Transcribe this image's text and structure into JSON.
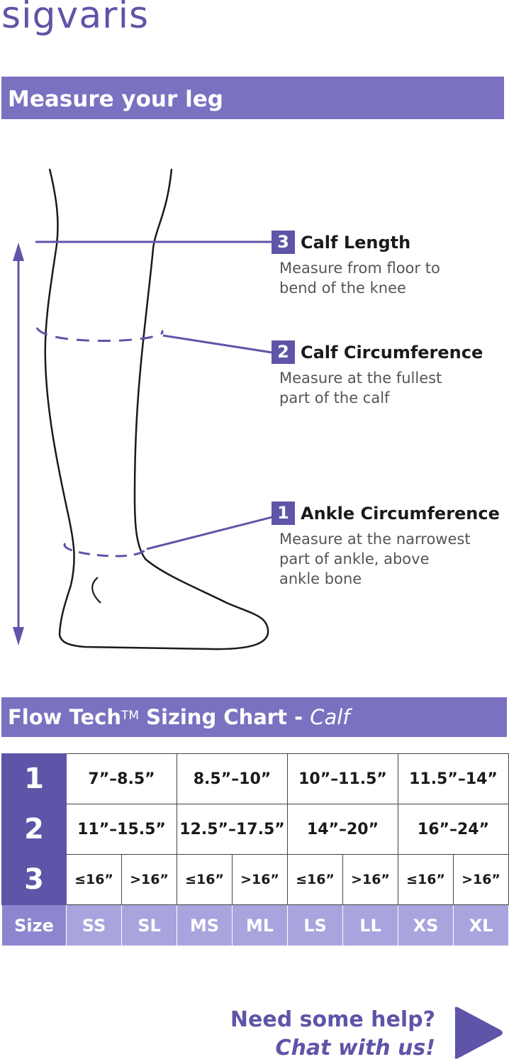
{
  "brand": {
    "logo": "sigvaris",
    "accent": "#5e55a8",
    "banner_color": "#7a71c1"
  },
  "section_measure": {
    "title": "Measure your leg",
    "items": [
      {
        "number": "3",
        "title": "Calf Length",
        "description": "Measure from floor to\nbend of the knee"
      },
      {
        "number": "2",
        "title": "Calf Circumference",
        "description": "Measure at the fullest\npart of the calf"
      },
      {
        "number": "1",
        "title": "Ankle Circumference",
        "description": "Measure at the narrowest\npart of ankle, above\nankle bone"
      }
    ]
  },
  "section_chart": {
    "title_main": "Flow Tech",
    "title_tm": "TM",
    "title_rest": " Sizing Chart - ",
    "title_italic": "Calf",
    "row1": {
      "label": "1",
      "cells": [
        "7”–8.5”",
        "8.5”–10”",
        "10”–11.5”",
        "11.5”–14”"
      ]
    },
    "row2": {
      "label": "2",
      "cells": [
        "11”–15.5”",
        "12.5”–17.5”",
        "14”–20”",
        "16”–24”"
      ]
    },
    "row3": {
      "label": "3",
      "cells": [
        "≤16”",
        ">16”",
        "≤16”",
        ">16”",
        "≤16”",
        ">16”",
        "≤16”",
        ">16”"
      ]
    },
    "size_row": {
      "label": "Size",
      "cells": [
        "SS",
        "SL",
        "MS",
        "ML",
        "LS",
        "LL",
        "XS",
        "XL"
      ]
    }
  },
  "help": {
    "question": "Need some help?",
    "cta": "Chat with us!"
  }
}
